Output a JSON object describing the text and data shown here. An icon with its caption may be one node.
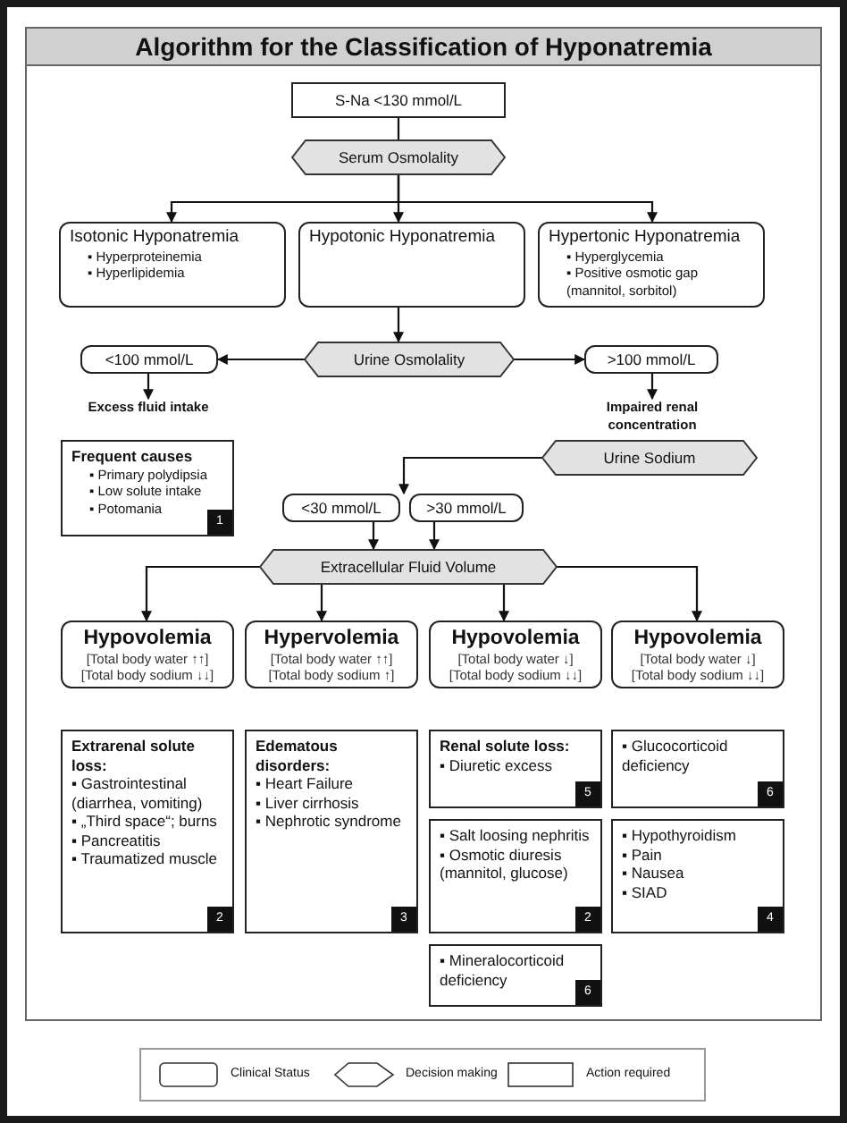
{
  "diagram": {
    "title": "Algorithm for the Classification of Hyponatremia",
    "nodes": [
      {
        "text": [
          "S-Na <130 mmol/L"
        ]
      },
      {
        "text": [
          "Serum Osmolality"
        ]
      },
      {
        "text": [
          "Isotonic Hyponatremia",
          "▪ Hyperproteinemia",
          "▪ Hyperlipidemia"
        ]
      },
      {
        "text": [
          "Hypotonic Hyponatremia"
        ]
      },
      {
        "text": [
          "Hypertonic Hyponatremia",
          "▪ Hyperglycemia",
          "▪ Positive osmotic gap (mannitol, sorbitol)"
        ]
      },
      {
        "text": [
          "Urine Osmolality"
        ]
      },
      {
        "text": [
          "<100 mmol/L"
        ]
      },
      {
        "text": [
          ">100 mmol/L"
        ]
      },
      {
        "text": [
          "Excess fluid intake"
        ]
      },
      {
        "text": [
          "Impaired renal concentration"
        ]
      },
      {
        "text": [
          "Frequent causes",
          "▪ Primary polydipsia",
          "▪ Low solute intake",
          "▪ Potomania",
          "1"
        ]
      },
      {
        "text": [
          "Urine Sodium"
        ]
      },
      {
        "text": [
          "<30 mmol/L"
        ]
      },
      {
        "text": [
          ">30 mmol/L"
        ]
      },
      {
        "text": [
          "Extracellular Fluid Volume"
        ]
      },
      {
        "text": [
          "Hypovolemia",
          "[Total body water ↑↑]",
          "[Total body sodium ↓↓]"
        ]
      },
      {
        "text": [
          "Hypervolemia",
          "[Total body water ↑↑]",
          "[Total body sodium ↑]"
        ]
      },
      {
        "text": [
          "Hypovolemia",
          "[Total body water ↓]",
          "[Total body sodium ↓↓]"
        ]
      },
      {
        "text": [
          "Hypovolemia",
          "[Total body water ↓]",
          "[Total body sodium ↓↓]"
        ]
      },
      {
        "text": [
          "Extrarenal solute loss:",
          "▪ Gastrointestinal (diarrhea, vomiting)",
          "▪ „Third space“; burns",
          "▪ Pancreatitis",
          "▪ Traumatized muscle",
          "2"
        ]
      },
      {
        "text": [
          "Edematous disorders:",
          "▪ Heart Failure",
          "▪ Liver cirrhosis",
          "▪ Nephrotic syndrome",
          "3"
        ]
      },
      {
        "text": [
          "Renal solute loss:",
          "▪ Diuretic excess",
          "5"
        ]
      },
      {
        "text": [
          "▪ Glucocorticoid deficiency",
          "6"
        ]
      },
      {
        "text": [
          "▪ Salt loosing nephritis",
          "▪ Osmotic diuresis (mannitol, glucose)",
          "2"
        ]
      },
      {
        "text": [
          "▪ Hypothyroidism",
          "▪ Pain",
          "▪ Nausea",
          "▪ SIAD",
          "4"
        ]
      },
      {
        "text": [
          "▪ Mineralocorticoid deficiency",
          "6"
        ]
      }
    ],
    "edges": [
      {
        "from": 0,
        "to": 1,
        "arrow": "none"
      },
      {
        "from": 1,
        "to": 2,
        "arrow": "to"
      },
      {
        "from": 1,
        "to": 3,
        "arrow": "to"
      },
      {
        "from": 1,
        "to": 4,
        "arrow": "to"
      },
      {
        "from": 3,
        "to": 5,
        "arrow": "to"
      },
      {
        "from": 5,
        "to": 6,
        "arrow": "to"
      },
      {
        "from": 5,
        "to": 7,
        "arrow": "to"
      },
      {
        "from": 6,
        "to": 8,
        "arrow": "to"
      },
      {
        "from": 7,
        "to": 9,
        "arrow": "to"
      },
      {
        "from": 11,
        "to": 12,
        "arrow": "to"
      },
      {
        "from": 11,
        "to": 13,
        "arrow": "to"
      },
      {
        "from": 12,
        "to": 14,
        "arrow": "to"
      },
      {
        "from": 13,
        "to": 14,
        "arrow": "to"
      },
      {
        "from": 14,
        "to": 15,
        "arrow": "to"
      },
      {
        "from": 14,
        "to": 16,
        "arrow": "to"
      },
      {
        "from": 14,
        "to": 17,
        "arrow": "to"
      },
      {
        "from": 14,
        "to": 18,
        "arrow": "to"
      }
    ],
    "legend": [
      {
        "text": "Clinical Status"
      },
      {
        "text": "Decision making"
      },
      {
        "text": "Action required"
      }
    ]
  }
}
